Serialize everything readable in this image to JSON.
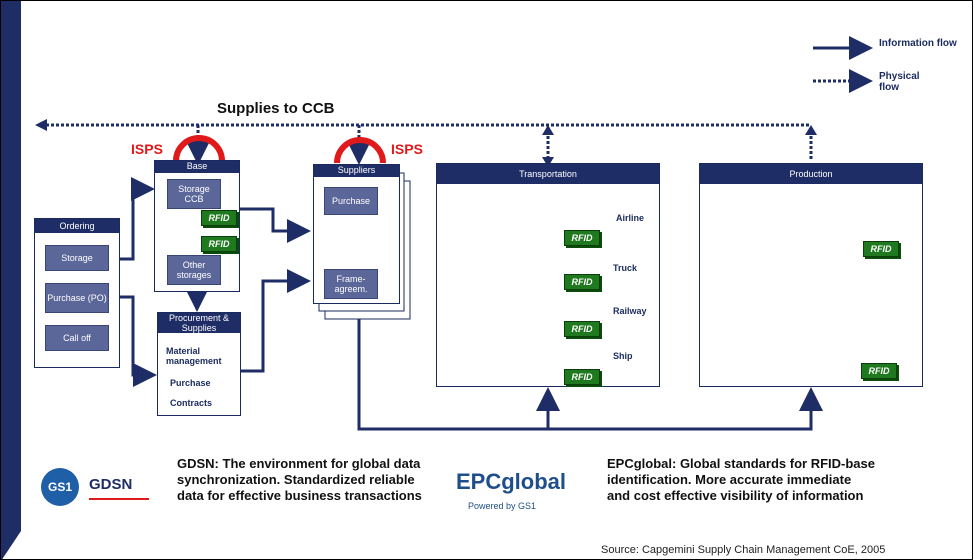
{
  "legend": {
    "info": "Information flow",
    "physical": "Physical flow"
  },
  "supplies_label": "Supplies to CCB",
  "isps": "ISPS",
  "rfid": "RFID",
  "ordering": {
    "title": "Ordering",
    "items": [
      "Storage",
      "Purchase (PO)",
      "Call off"
    ]
  },
  "base": {
    "title": "Base",
    "storage": "Storage CCB",
    "other": "Other storages"
  },
  "procurement": {
    "title": "Procurement & Supplies",
    "items": [
      "Material management",
      "Purchase",
      "Contracts"
    ]
  },
  "suppliers": {
    "title": "Suppliers",
    "purchase": "Purchase",
    "frame": "Frame-agreem."
  },
  "transportation": {
    "title": "Transportation",
    "modes": [
      "Airline",
      "Truck",
      "Railway",
      "Ship"
    ]
  },
  "production": {
    "title": "Production"
  },
  "gdsn": {
    "logo_gs1": "GS1",
    "logo_text": "GDSN",
    "text": "GDSN: The environment for global data synchronization. Standardized reliable data for effective business transactions"
  },
  "epc": {
    "logo": "EPCglobal",
    "powered": "Powered by GS1",
    "text": "EPCglobal: Global standards for RFID-base identification. More accurate immediate and cost effective visibility of information"
  },
  "source": "Source: Capgemini Supply Chain Management CoE, 2005",
  "colors": {
    "navy": "#1f2d66",
    "button": "#5b6699",
    "rfid": "#1f7a1f",
    "isps": "#e01a1a"
  }
}
